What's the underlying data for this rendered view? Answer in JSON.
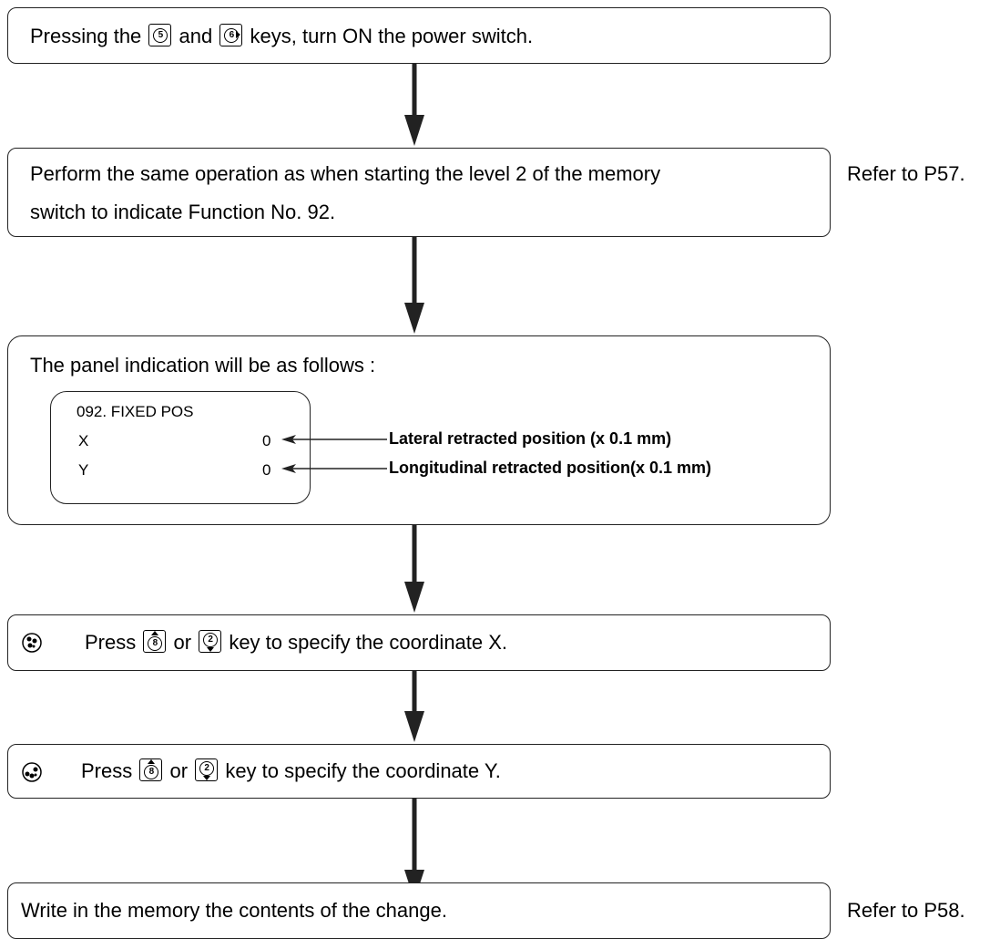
{
  "steps": [
    {
      "pre": "Pressing the",
      "key1": "5",
      "mid": "and",
      "key2": "6",
      "post": "keys, turn ON the power switch."
    },
    {
      "line1": "Perform the same operation as when starting the level 2 of the memory",
      "line2": "switch to indicate Function No. 92.",
      "ref": "Refer to P57."
    },
    {
      "text": "The panel indication will be as follows :",
      "panel": {
        "title": "092. FIXED POS",
        "rows": [
          {
            "label": "X",
            "value": "0",
            "annotation": "Lateral retracted position (x 0.1 mm)"
          },
          {
            "label": "Y",
            "value": "0",
            "annotation": "Longitudinal retracted position(x 0.1 mm)"
          }
        ]
      }
    },
    {
      "pre": "Press",
      "key1": "8",
      "mid": "or",
      "key2": "2",
      "post": "key to specify the coordinate X."
    },
    {
      "pre": "Press",
      "key1": "8",
      "mid": "or",
      "key2": "2",
      "post": "key to specify the coordinate Y."
    },
    {
      "text": "Write in the memory the contents of the change.",
      "ref": "Refer to P58."
    }
  ]
}
